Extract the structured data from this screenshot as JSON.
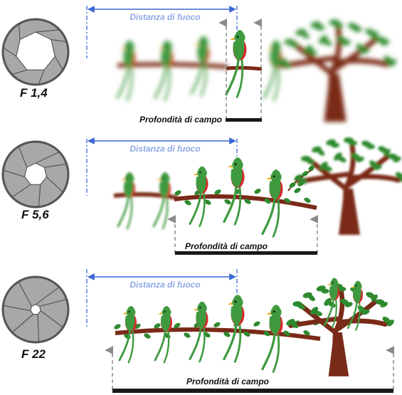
{
  "colors": {
    "focus_line": "#3a66d6",
    "focus_text": "#8fa8e8",
    "dof_arrow": "#8a8a8a",
    "dof_bar": "#1a1a1a",
    "iris_blade": "#a8a8a8",
    "iris_outline": "#555555",
    "branch": "#7a2a18",
    "leaf": "#2e8a2e",
    "bird_green": "#3f9a3f",
    "bird_red": "#d42a2a",
    "beak": "#e8b020"
  },
  "icons": [
    "aperture-iris-icon",
    "dashed-arrow-up-icon"
  ],
  "panels": [
    {
      "f_label": "F 1,4",
      "focus_label": "Distanza di fuoco",
      "dof_label": "Profondità di campo",
      "aperture_fraction": 0.62,
      "sharp_birds": [
        3
      ]
    },
    {
      "f_label": "F 5,6",
      "focus_label": "Distanza di fuoco",
      "dof_label": "Profondità di campo",
      "aperture_fraction": 0.35,
      "sharp_birds": [
        2,
        3,
        4
      ]
    },
    {
      "f_label": "F 22",
      "focus_label": "Distanza di fuoco",
      "dof_label": "Profondità di campo",
      "aperture_fraction": 0.16,
      "sharp_birds": [
        0,
        1,
        2,
        3,
        4,
        5,
        6
      ]
    }
  ]
}
